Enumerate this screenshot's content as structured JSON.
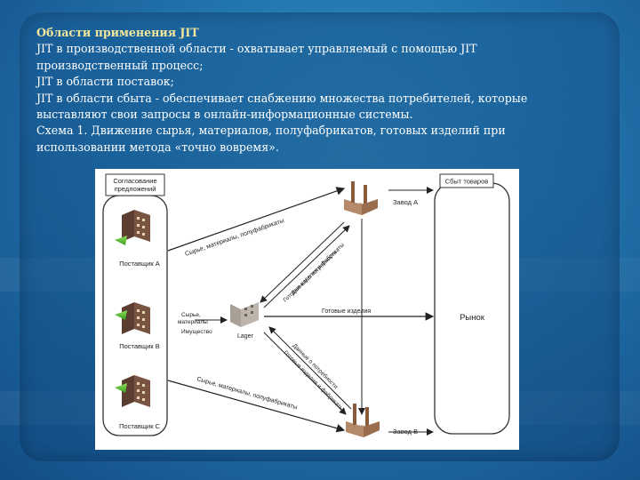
{
  "slide": {
    "title": "Области применения JIT",
    "lines": [
      "JIT в производственной области - охватывает управляемый с помощью JIT",
      "производственный процесс;",
      "JIT в области поставок;",
      "JIT в области сбыта - обеспечивает снабжению множества потребителей, которые",
      "выставляют свои запросы в онлайн-информационные системы.",
      "Схема 1. Движение сырья, материалов, полуфабрикатов, готовых изделий при",
      "использовании метода «точно вовремя»."
    ]
  },
  "diagram": {
    "offers_header": [
      "Согласование",
      "предложений"
    ],
    "suppliers": [
      "Поставщик А",
      "Поставщик В",
      "Поставщик С"
    ],
    "center_node": "Lager",
    "center_left_labels": [
      "Сырье,",
      "материалы",
      "Имущество"
    ],
    "plants": [
      "Завод А",
      "Завод В"
    ],
    "sales_header": "Сбыт товаров",
    "market": "Рынок",
    "arrow_labels": {
      "to_plant_a_top": "Сырье, материалы, полуфабрикаты",
      "plant_a_to_lager_1": "Готовые изделия и фабрикаты",
      "plant_a_to_lager_2": "Данные о потребности",
      "lager_to_market": "Готовые изделия",
      "lager_to_plant_b_1": "Данные о потребности",
      "lager_to_plant_b_2": "Готовые изделия и фабрикаты",
      "to_plant_b_bottom": "Сырье, материалы, полуфабрикаты"
    }
  }
}
